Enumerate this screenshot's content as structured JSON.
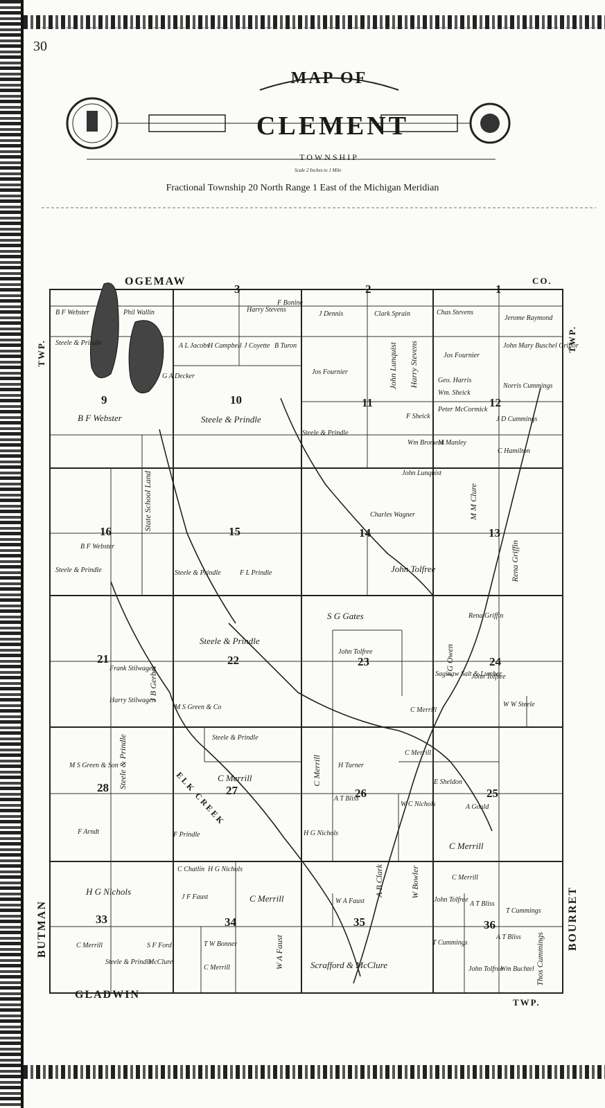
{
  "page": {
    "page_number": "30",
    "map_of": "MAP OF",
    "title": "CLEMENT",
    "subtitle_word": "TOWNSHIP",
    "scale": "Scale 2 Inches to 1 Mile",
    "subtitle": "Fractional Township 20 North Range 1 East of the Michigan Meridian"
  },
  "borders": {
    "north": "OGEMAW",
    "north_right": "CO.",
    "south": "GLADWIN",
    "south_right": "TWP.",
    "west_top": "TWP.",
    "west_bottom": "BUTMAN",
    "east_top": "TWP.",
    "east_bottom": "BOURRET"
  },
  "sections": [
    "3",
    "2",
    "1",
    "9",
    "10",
    "11",
    "12",
    "16",
    "15",
    "14",
    "13",
    "21",
    "22",
    "23",
    "24",
    "28",
    "27",
    "26",
    "25",
    "33",
    "34",
    "35",
    "36"
  ],
  "owners": {
    "o1": "B F Webster",
    "o2": "Phil Wallin",
    "o3": "Harry Stevens",
    "o4": "F Bonine",
    "o5": "J Dennis",
    "o6": "Clark Sprain",
    "o7": "Chas Stevens",
    "o8": "Jerome Raymond",
    "o9": "Steele & Prindle",
    "o10": "A L Jacobs",
    "o11": "H Campbell",
    "o12": "J Coyette",
    "o13": "B Turon",
    "o14": "Jos Fournier",
    "o15": "Harry Stevens",
    "o16": "John Lunquist",
    "o17": "Jos Fournier",
    "o18": "John Mary Buschel Griffor",
    "o19": "Geo. Harris",
    "o20": "Wm. Sheick",
    "o21": "Norris Cummings",
    "o22": "G A Decker",
    "o23": "B F Webster",
    "o24": "Steele & Prindle",
    "o25": "Steele & Prindle",
    "o26": "F Sheick",
    "o27": "Peter McCormick",
    "o28": "J D Cummings",
    "o29": "Wm Bromeck",
    "o30": "M Manley",
    "o31": "C Hamilton",
    "o32": "John Lunquist",
    "o33": "Charles Wagner",
    "o34": "M M Clure",
    "o35": "John Tolfree",
    "o36": "B F Webster",
    "o37": "Steele & Prindle",
    "o38": "State School Land",
    "o39": "Steele & Prindle",
    "o40": "F L Prindle",
    "o41": "Rena Griffin",
    "o42": "S G Gates",
    "o43": "Rena Griffin",
    "o44": "Steele & Prindle",
    "o45": "John Tolfree",
    "o46": "J G Owen",
    "o47": "John Tolfree",
    "o48": "Frank Stilwagen",
    "o49": "Harry Stilwagen",
    "o50": "J B Gerber",
    "o51": "M S Green & Co",
    "o52": "Saginaw Salt & Lumber",
    "o53": "C Merrill",
    "o54": "W W Steele",
    "o55": "Steele & Prindle",
    "o56": "C Merrill",
    "o57": "M S Green & Son",
    "o58": "Steele & Prindle",
    "o59": "C Merrill",
    "o60": "H Turner",
    "o61": "C Merrill",
    "o62": "E Sheldon",
    "o63": "A T Bliss",
    "o64": "W C Nichols",
    "o65": "A Gould",
    "o66": "F Arndt",
    "o67": "F Prindle",
    "o68": "H G Nichols",
    "o69": "C Merrill",
    "o70": "C Merrill",
    "o71": "C Chatlin",
    "o72": "H G Nichols",
    "o73": "H G Nichols",
    "o74": "J F Faust",
    "o75": "C Merrill",
    "o76": "W A Faust",
    "o77": "A B Clark",
    "o78": "W Bowler",
    "o79": "John Tolfree",
    "o80": "A T Bliss",
    "o81": "T Cummings",
    "o82": "C Merrill",
    "o83": "S F Ford",
    "o84": "T W Bonner",
    "o85": "Steele & Prindle",
    "o86": "McClure",
    "o87": "C Merrill",
    "o88": "W A Faust",
    "o89": "Scrafford & McClure",
    "o90": "T Cummings",
    "o91": "A T Bliss",
    "o92": "John Tolfree",
    "o93": "Wm Buchtel",
    "o94": "Thos Cummings"
  },
  "water": {
    "creek": "ELK CREEK"
  }
}
